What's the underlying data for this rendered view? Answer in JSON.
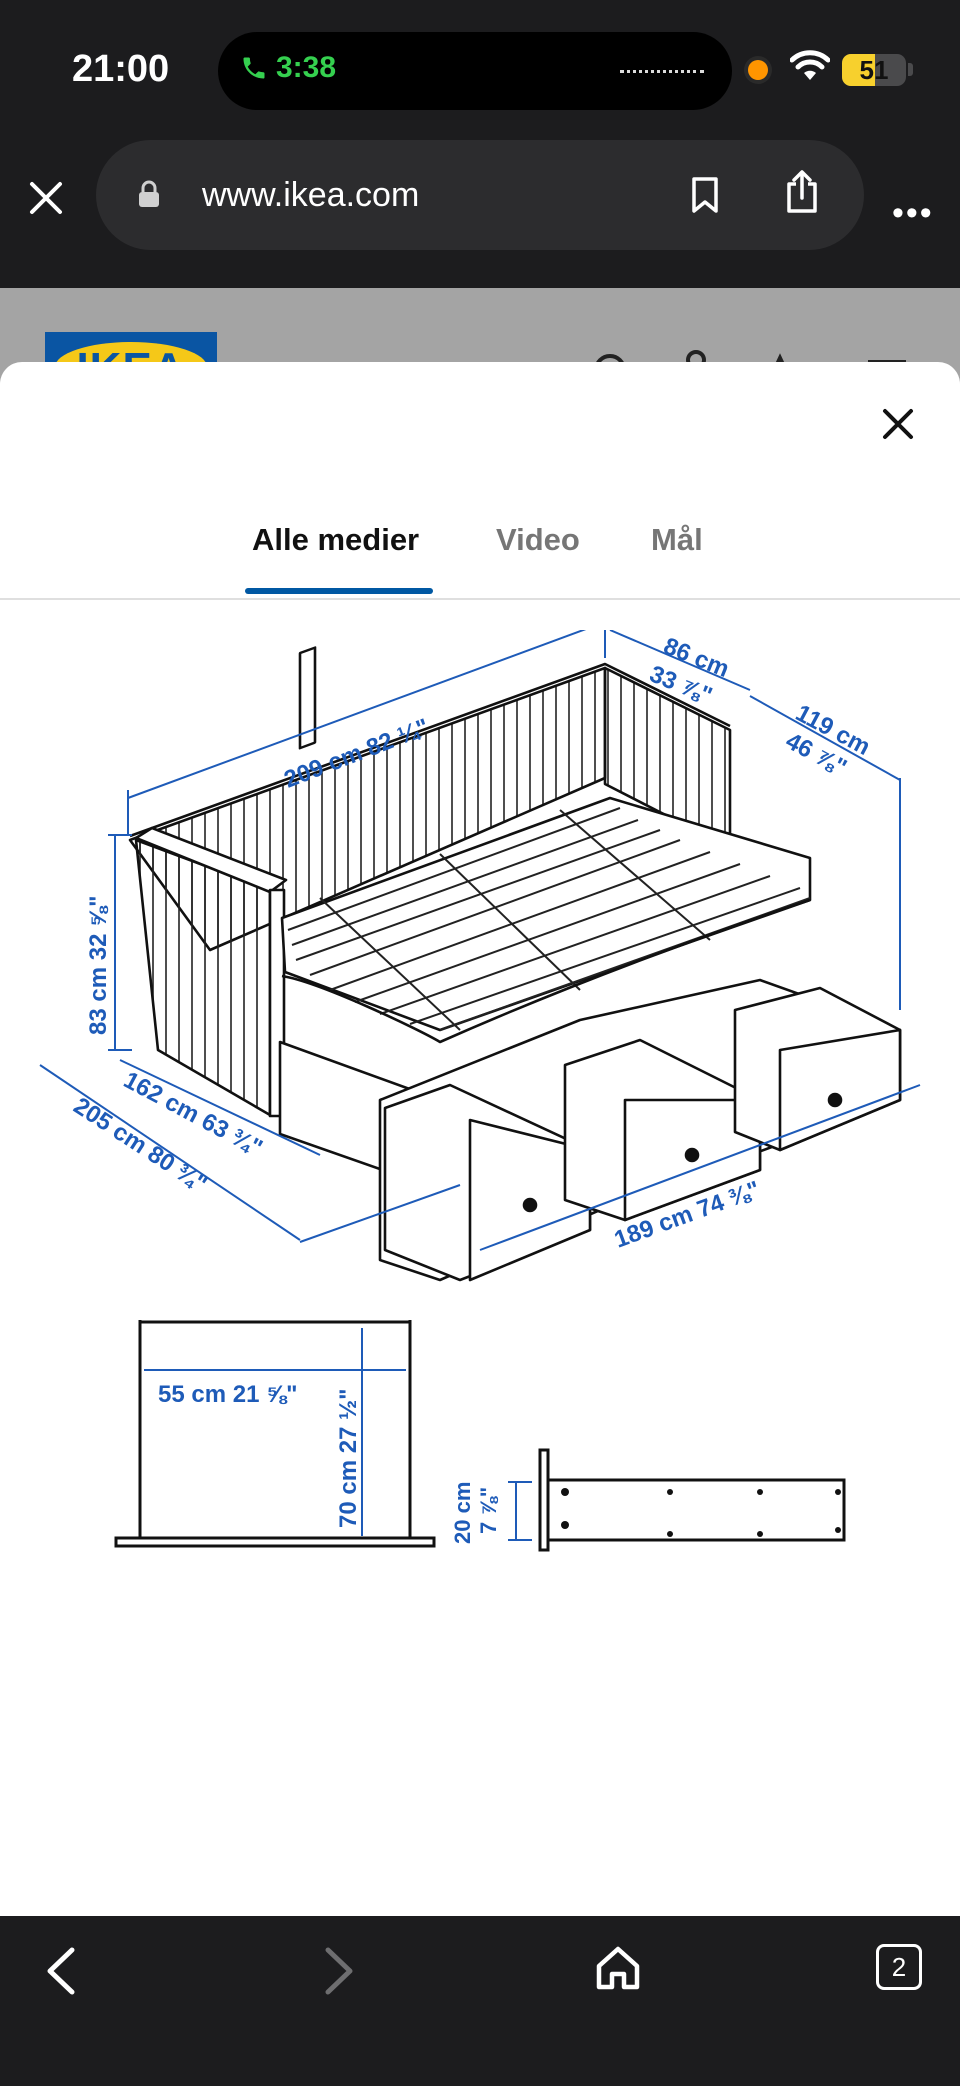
{
  "status_bar": {
    "time": "21:00",
    "call_timer": "3:38",
    "battery": "51",
    "battery_level": 0.51
  },
  "browser": {
    "url": "www.ikea.com",
    "tabs_count": "2"
  },
  "site": {
    "logo": "IKEA"
  },
  "media_sheet": {
    "tabs": [
      {
        "label": "Alle medier",
        "active": true
      },
      {
        "label": "Video",
        "active": false
      },
      {
        "label": "Mål",
        "active": false
      }
    ]
  },
  "dimensions": {
    "length_top": "209 cm 82 ¼\"",
    "depth_top": "86 cm",
    "depth_top_in": "33 ⅞\"",
    "depth_side": "119 cm",
    "depth_side_in": "46 ⅞\"",
    "height": "83 cm 32 ⅝\"",
    "depth_closed": "162 cm 63 ¾\"",
    "depth_open": "205 cm 80 ¾\"",
    "length_bottom": "189 cm 74 ⅜\"",
    "mattress_width": "55 cm 21 ⅝\"",
    "inner_height": "70 cm 27 ½\"",
    "drawer_height": "20 cm",
    "drawer_height_in": "7 ⅞\""
  },
  "colors": {
    "dimension_blue": "#1e5bb8",
    "ikea_blue": "#0058a3",
    "ikea_yellow": "#f5c818"
  },
  "icons": [
    "phone-icon",
    "wifi-icon",
    "battery-icon",
    "close-icon",
    "lock-icon",
    "bookmark-icon",
    "share-icon",
    "more-icon",
    "search-icon",
    "user-icon",
    "cart-icon",
    "menu-icon",
    "back-icon",
    "forward-icon",
    "home-icon",
    "tabs-icon"
  ]
}
